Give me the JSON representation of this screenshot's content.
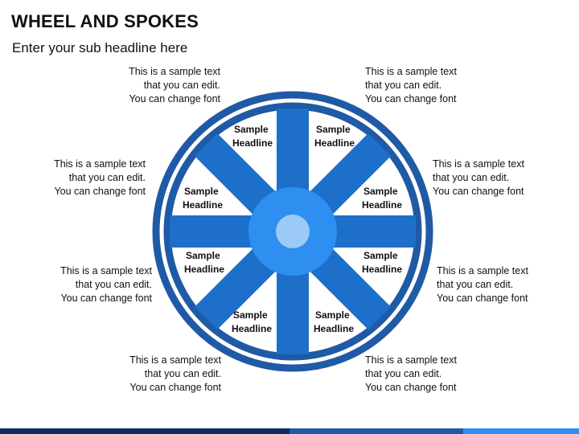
{
  "header": {
    "title": "WHEEL AND SPOKES",
    "subtitle": "Enter your sub headline here"
  },
  "wheel": {
    "colors": {
      "outer_ring": "#1f5aa6",
      "inner_ring": "#1f5aa6",
      "spoke": "#1d6fc9",
      "hub": "#2e8ff0",
      "hub_center": "#9ccaf6",
      "segment_fill": "#ffffff"
    },
    "segments": [
      {
        "line1": "Sample",
        "line2": "Headline"
      },
      {
        "line1": "Sample",
        "line2": "Headline"
      },
      {
        "line1": "Sample",
        "line2": "Headline"
      },
      {
        "line1": "Sample",
        "line2": "Headline"
      },
      {
        "line1": "Sample",
        "line2": "Headline"
      },
      {
        "line1": "Sample",
        "line2": "Headline"
      },
      {
        "line1": "Sample",
        "line2": "Headline"
      },
      {
        "line1": "Sample",
        "line2": "Headline"
      }
    ]
  },
  "notes": [
    {
      "line1": "This is a sample text",
      "line2": "that you can edit.",
      "line3": "You can change font"
    },
    {
      "line1": "This is a sample text",
      "line2": "that you can edit.",
      "line3": "You can change font"
    },
    {
      "line1": "This is a sample text",
      "line2": "that you can edit.",
      "line3": "You can change font"
    },
    {
      "line1": "This is a sample text",
      "line2": "that you can edit.",
      "line3": "You can change font"
    },
    {
      "line1": "This is a sample text",
      "line2": "that you can edit.",
      "line3": "You can change font"
    },
    {
      "line1": "This is a sample text",
      "line2": "that you can edit.",
      "line3": "You can change font"
    },
    {
      "line1": "This is a sample text",
      "line2": "that you can edit.",
      "line3": "You can change font"
    },
    {
      "line1": "This is a sample text",
      "line2": "that you can edit.",
      "line3": "You can change font"
    }
  ],
  "footer": {
    "bar_colors": [
      "#0d2d5e",
      "#1f5aa6",
      "#2e8ff0"
    ]
  }
}
